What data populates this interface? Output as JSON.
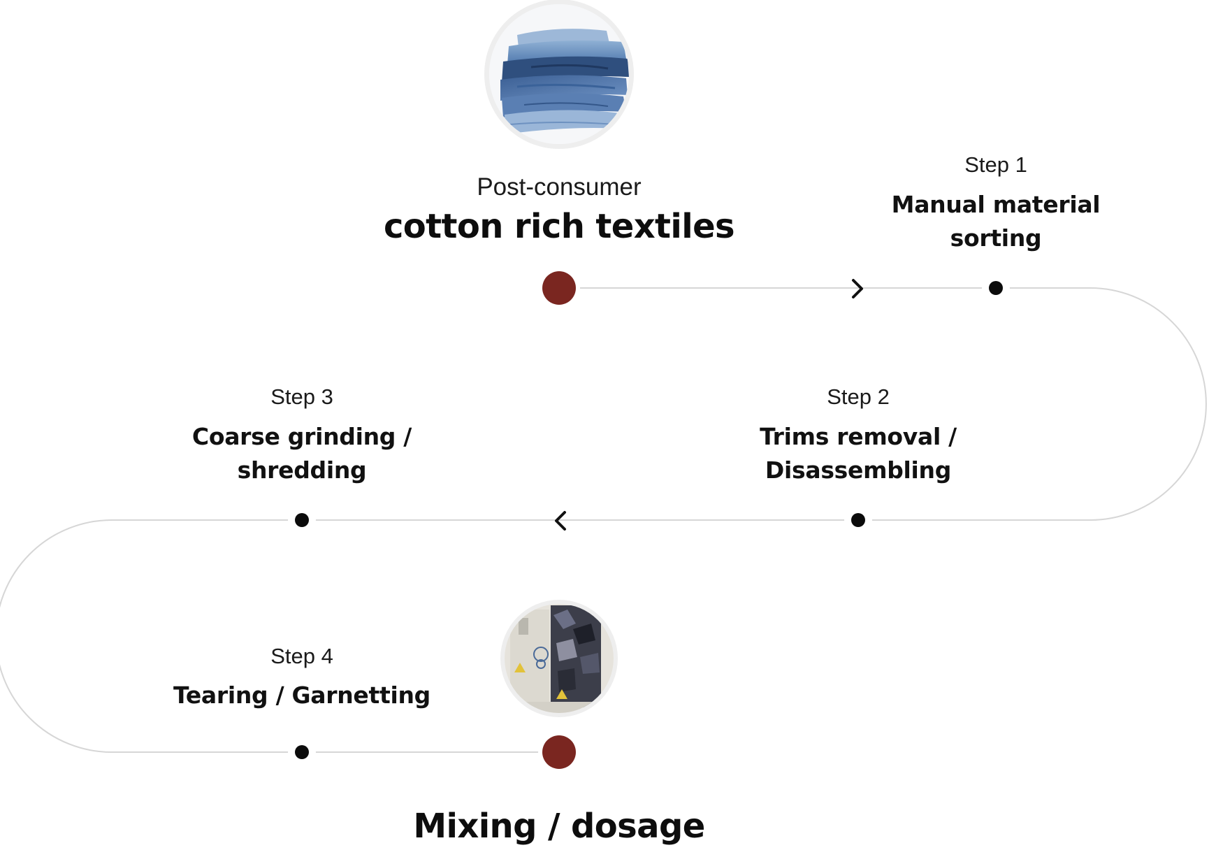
{
  "start": {
    "subtitle": "Post-consumer",
    "title": "cotton rich textiles",
    "image_icon": "denim-stack-photo"
  },
  "steps": [
    {
      "label": "Step 1",
      "title_lines": [
        "Manual material",
        "sorting"
      ]
    },
    {
      "label": "Step 2",
      "title_lines": [
        "Trims removal /",
        "Disassembling"
      ]
    },
    {
      "label": "Step 3",
      "title_lines": [
        "Coarse grinding /",
        "shredding"
      ]
    },
    {
      "label": "Step 4",
      "title_lines": [
        "Tearing / Garnetting"
      ]
    }
  ],
  "end": {
    "title": "Mixing / dosage",
    "image_icon": "mixing-machine-photo"
  },
  "colors": {
    "accent": "#7a2620",
    "path": "#d6d6d6",
    "dot": "#0b0b0b"
  }
}
